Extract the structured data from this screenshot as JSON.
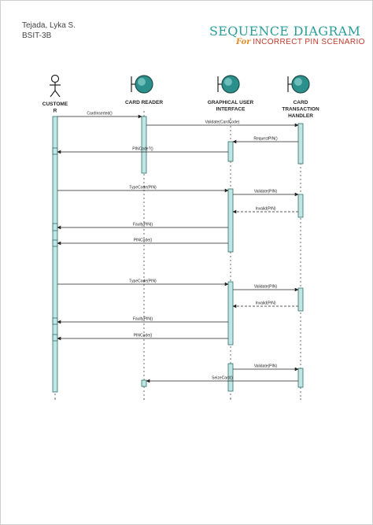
{
  "author": {
    "name": "Tejada, Lyka S.",
    "section": "BSIT-3B"
  },
  "title": {
    "main": "SEQUENCE DIAGRAM",
    "for_word": "For",
    "subtitle": "INCORRECT PIN SCENARIO"
  },
  "lifelines": [
    {
      "id": "customer",
      "kind": "actor",
      "label_lines": [
        "CUSTOME",
        "R"
      ]
    },
    {
      "id": "card-reader",
      "kind": "boundary",
      "label_lines": [
        "CARD READER"
      ]
    },
    {
      "id": "gui",
      "kind": "boundary",
      "label_lines": [
        "GRAPHICAL USER",
        "INTERFACE"
      ]
    },
    {
      "id": "card-transaction-handler",
      "kind": "boundary",
      "label_lines": [
        "CARD",
        "TRANSACTION",
        "HANDLER"
      ]
    }
  ],
  "messages": [
    {
      "label": "CardInserted()",
      "from": "customer",
      "to": "card-reader",
      "style": "sync"
    },
    {
      "label": "Validate(CardCode)",
      "from": "card-reader",
      "to": "card-transaction-handler",
      "style": "sync"
    },
    {
      "label": "RequestPIN()",
      "from": "card-transaction-handler",
      "to": "gui",
      "style": "sync"
    },
    {
      "label": "PINCode?()",
      "from": "gui",
      "to": "customer",
      "style": "sync"
    },
    {
      "label": "TypeCode(PIN)",
      "from": "customer",
      "to": "gui",
      "style": "sync"
    },
    {
      "label": "Validate(PIN)",
      "from": "gui",
      "to": "card-transaction-handler",
      "style": "sync"
    },
    {
      "label": "Invalid(PIN)",
      "from": "card-transaction-handler",
      "to": "gui",
      "style": "return"
    },
    {
      "label": "FaultyPIN()",
      "from": "gui",
      "to": "customer",
      "style": "sync"
    },
    {
      "label": "PINCode()",
      "from": "gui",
      "to": "customer",
      "style": "sync"
    },
    {
      "label": "TypeCode(PIN)",
      "from": "customer",
      "to": "gui",
      "style": "sync"
    },
    {
      "label": "Validate(PIN)",
      "from": "gui",
      "to": "card-transaction-handler",
      "style": "sync"
    },
    {
      "label": "Invalid(PIN)",
      "from": "card-transaction-handler",
      "to": "gui",
      "style": "return"
    },
    {
      "label": "FaultyPIN()",
      "from": "gui",
      "to": "customer",
      "style": "sync"
    },
    {
      "label": "PINCode()",
      "from": "gui",
      "to": "customer",
      "style": "sync"
    },
    {
      "label": "Validate(PIN)",
      "from": "gui",
      "to": "card-transaction-handler",
      "style": "sync"
    },
    {
      "label": "SeizeCard()",
      "from": "card-transaction-handler",
      "to": "card-reader",
      "style": "sync"
    }
  ],
  "colors": {
    "activation": "#bfe6e3",
    "activation_border": "#2f6f6c",
    "boundary_fill": "#2b8f8c",
    "title": "#2a9d9a",
    "subtitle": "#c0392b",
    "for": "#e08a2a"
  }
}
